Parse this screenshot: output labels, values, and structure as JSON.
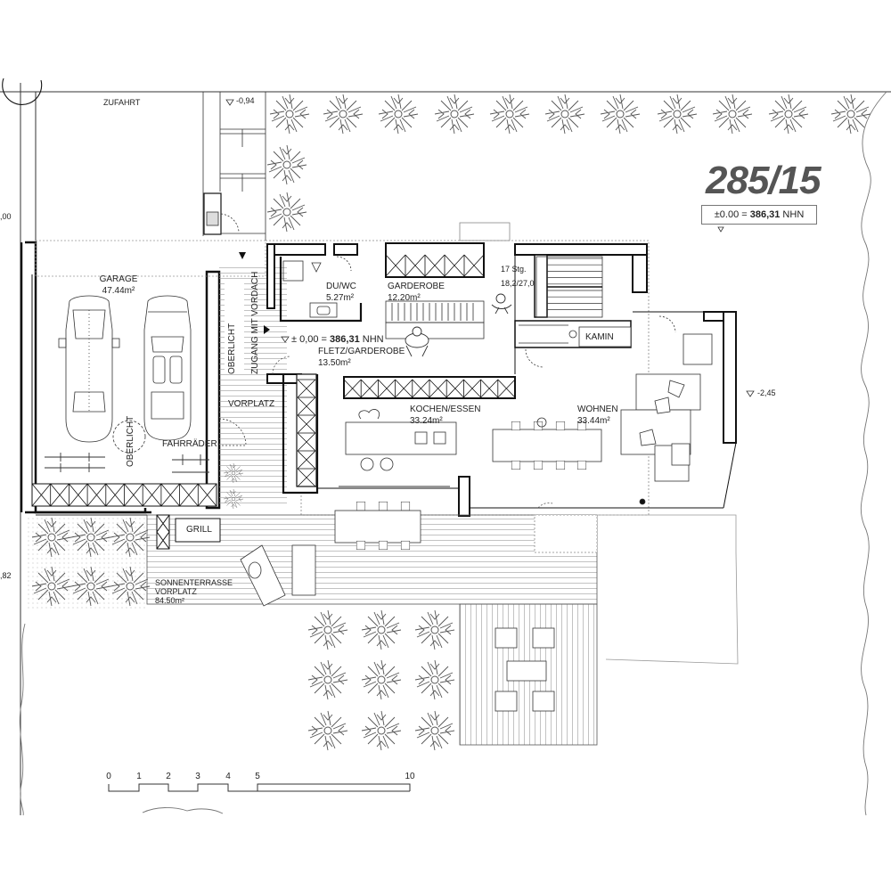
{
  "plan": {
    "number": "285/15",
    "reference": {
      "prefix": "±0.00 = ",
      "value": "386,31",
      "unit": " NHN"
    },
    "level_entry": {
      "prefix": "± 0,00 = ",
      "value": "386,31",
      "unit": " NHN"
    },
    "levels": {
      "top": "-0,94",
      "right": "-2,45",
      "left_upper": ",00",
      "left_lower": ",82"
    },
    "labels": {
      "zufahrt": "ZUFAHRT",
      "garage": "GARAGE",
      "garage_area": "47.44m²",
      "oberlicht_garage": "OBERLICHT",
      "fahrraeder": "FAHRRÄDER",
      "oberlicht_entry": "OBERLICHT",
      "zugang": "ZUGANG MIT VORDACH",
      "vorplatz": "VORPLATZ",
      "du_wc": "DU/WC",
      "du_wc_area": "5.27m²",
      "garderobe": "GARDEROBE",
      "garderobe_area": "12.20m²",
      "stairs": "17 Stg.",
      "stairs_dim": "18,2/27,0",
      "fletz": "FLETZ/GARDEROBE",
      "fletz_area": "13.50m²",
      "kamin": "KAMIN",
      "kochen": "KOCHEN/ESSEN",
      "kochen_area": "33.24m²",
      "wohnen": "WOHNEN",
      "wohnen_area": "33.44m²",
      "grill": "GRILL",
      "sonnenterrasse": "SONNENTERRASSE",
      "vorplatz2": "VORPLATZ",
      "terrasse_area": "84.50m²"
    },
    "scale": [
      "0",
      "1",
      "2",
      "3",
      "4",
      "5",
      "10"
    ],
    "colors": {
      "wall": "#111111",
      "line": "#333333",
      "light": "#999999",
      "tree": "#555555"
    }
  }
}
